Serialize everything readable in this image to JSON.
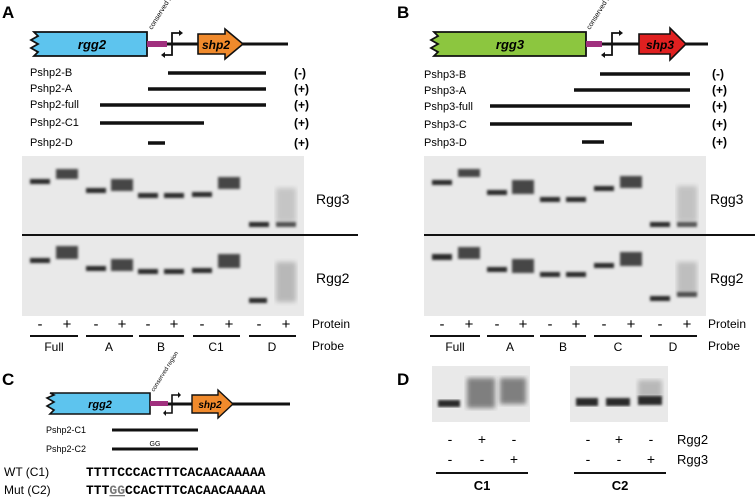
{
  "panel_labels": {
    "a": "A",
    "b": "B",
    "c": "C",
    "d": "D"
  },
  "colors": {
    "rgg2": "#5dc4ee",
    "rgg3": "#8cc63f",
    "shp2": "#f08a2c",
    "shp3": "#e02020",
    "conserved": "#a0307e",
    "gel_bg": "#e9e9e9",
    "band": "#2a2a2a"
  },
  "panelA": {
    "gene1": "rgg2",
    "gene2": "shp2",
    "conserved": "conserved region",
    "probes": [
      {
        "label": "Pshp2-B",
        "result": "(-)"
      },
      {
        "label": "Pshp2-A",
        "result": "(+)"
      },
      {
        "label": "Pshp2-full",
        "result": "(+)"
      },
      {
        "label": "Pshp2-C1",
        "result": "(+)"
      },
      {
        "label": "Pshp2-D",
        "result": "(+)"
      }
    ],
    "gel_top_label": "Rgg3",
    "gel_bottom_label": "Rgg2",
    "protein_label": "Protein",
    "probe_label": "Probe",
    "lane_signs": [
      "-",
      "+",
      "-",
      "+",
      "-",
      "+",
      "-",
      "+",
      "-",
      "+"
    ],
    "groups": [
      "Full",
      "A",
      "B",
      "C1",
      "D"
    ]
  },
  "panelB": {
    "gene1": "rgg3",
    "gene2": "shp3",
    "conserved": "conserved region",
    "probes": [
      {
        "label": "Pshp3-B",
        "result": "(-)"
      },
      {
        "label": "Pshp3-A",
        "result": "(+)"
      },
      {
        "label": "Pshp3-full",
        "result": "(+)"
      },
      {
        "label": "Pshp3-C",
        "result": "(+)"
      },
      {
        "label": "Pshp3-D",
        "result": "(+)"
      }
    ],
    "gel_top_label": "Rgg3",
    "gel_bottom_label": "Rgg2",
    "protein_label": "Protein",
    "probe_label": "Probe",
    "lane_signs": [
      "-",
      "+",
      "-",
      "+",
      "-",
      "+",
      "-",
      "+",
      "-",
      "+"
    ],
    "groups": [
      "Full",
      "A",
      "B",
      "C",
      "D"
    ]
  },
  "panelC": {
    "gene1": "rgg2",
    "gene2": "shp2",
    "conserved": "conserved region",
    "probes": [
      {
        "label": "Pshp2-C1",
        "mark": ""
      },
      {
        "label": "Pshp2-C2",
        "mark": "GG"
      }
    ],
    "seq_wt_label": "WT (C1)",
    "seq_wt": "TTTTCCCACTTTCACAACAAAAA",
    "seq_mut_label": "Mut (C2)",
    "seq_mut_pre": "TTT",
    "seq_mut_sub": "GG",
    "seq_mut_post": "CCACTTTCACAACAAAAA"
  },
  "panelD": {
    "rgg2_label": "Rgg2",
    "rgg3_label": "Rgg3",
    "row_rgg2": [
      "-",
      "+",
      "-",
      "-",
      "+",
      "-"
    ],
    "row_rgg3": [
      "-",
      "-",
      "+",
      "-",
      "-",
      "+"
    ],
    "groups": [
      "C1",
      "C2"
    ]
  }
}
